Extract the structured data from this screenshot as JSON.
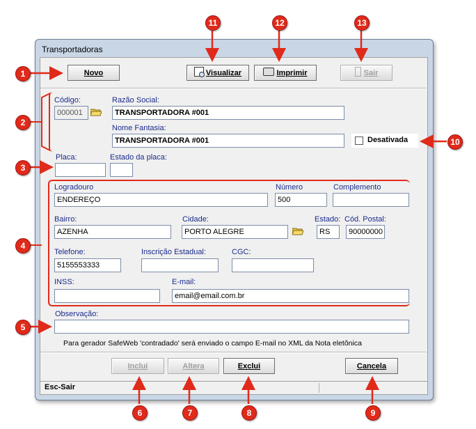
{
  "window": {
    "title": "Transportadoras"
  },
  "toolbar": {
    "novo": "Novo",
    "visualizar": "Visualizar",
    "imprimir": "Imprimir",
    "sair": "Sair"
  },
  "form": {
    "codigo": {
      "label": "Código:",
      "value": "000001"
    },
    "razao_social": {
      "label": "Razão Social:",
      "value": "TRANSPORTADORA #001"
    },
    "nome_fantasia": {
      "label": "Nome Fantasia:",
      "value": "TRANSPORTADORA #001"
    },
    "desativada": {
      "label": "Desativada",
      "checked": false
    },
    "placa": {
      "label": "Placa:",
      "value": ""
    },
    "estado_placa": {
      "label": "Estado da placa:",
      "value": ""
    },
    "logradouro": {
      "label": "Logradouro",
      "value": "ENDEREÇO"
    },
    "numero": {
      "label": "Número",
      "value": "500"
    },
    "complemento": {
      "label": "Complemento",
      "value": ""
    },
    "bairro": {
      "label": "Bairro:",
      "value": "AZENHA"
    },
    "cidade": {
      "label": "Cidade:",
      "value": "PORTO ALEGRE"
    },
    "estado": {
      "label": "Estado:",
      "value": "RS"
    },
    "cod_postal": {
      "label": "Cód. Postal:",
      "value": "90000000"
    },
    "telefone": {
      "label": "Telefone:",
      "value": "5155553333"
    },
    "inscricao_estadual": {
      "label": "Inscrição Estadual:",
      "value": ""
    },
    "cgc": {
      "label": "CGC:",
      "value": ""
    },
    "inss": {
      "label": "INSS:",
      "value": ""
    },
    "email": {
      "label": "E-mail:",
      "value": "email@email.com.br"
    },
    "observacao": {
      "label": "Observação:",
      "value": ""
    },
    "note": "Para gerador SafeWeb 'contradado' será enviado o campo E-mail no XML da Nota eletônica"
  },
  "actions": {
    "inclui": "Inclui",
    "altera": "Altera",
    "exclui": "Exclui",
    "cancela": "Cancela"
  },
  "status": {
    "text": "Esc-Sair"
  },
  "callouts": [
    "1",
    "2",
    "3",
    "4",
    "5",
    "6",
    "7",
    "8",
    "9",
    "10",
    "11",
    "12",
    "13"
  ],
  "colors": {
    "callout": "#e02a1a",
    "label": "#1a2a8a",
    "window_frame": "#c9d6e6"
  }
}
